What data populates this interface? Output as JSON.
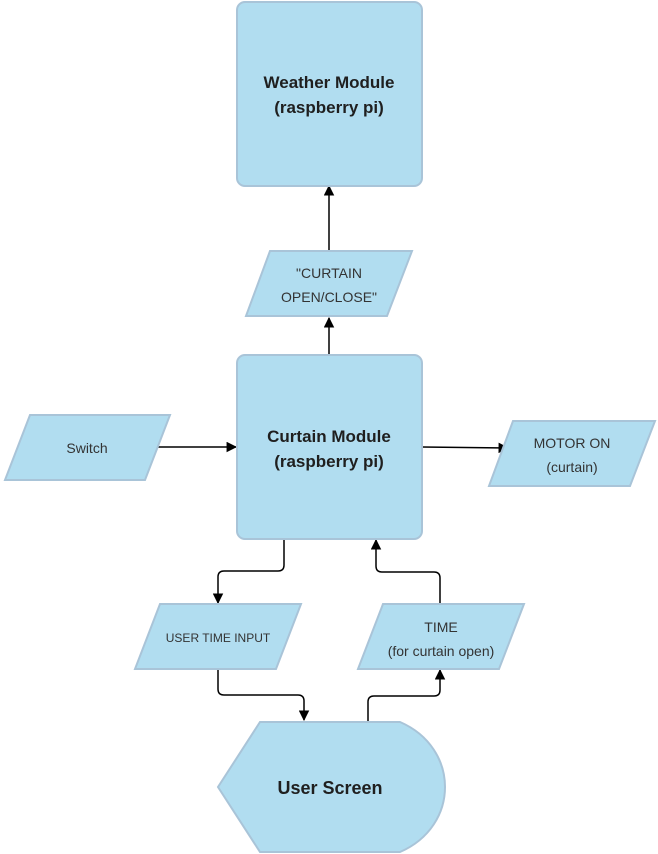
{
  "nodes": {
    "weather_module": {
      "line1": "Weather Module",
      "line2": "(raspberry pi)"
    },
    "curtain_signal": {
      "line1": "\"CURTAIN",
      "line2": "OPEN/CLOSE\""
    },
    "curtain_module": {
      "line1": "Curtain Module",
      "line2": "(raspberry pi)"
    },
    "switch": {
      "label": "Switch"
    },
    "motor_on": {
      "line1": "MOTOR ON",
      "line2": "(curtain)"
    },
    "user_time_input": {
      "label": "USER TIME INPUT"
    },
    "time": {
      "line1": "TIME",
      "line2": "(for curtain open)"
    },
    "user_screen": {
      "label": "User Screen"
    }
  },
  "colors": {
    "node_fill": "#b1ddf0",
    "node_stroke": "#a9c4d8",
    "edge": "#000000"
  }
}
